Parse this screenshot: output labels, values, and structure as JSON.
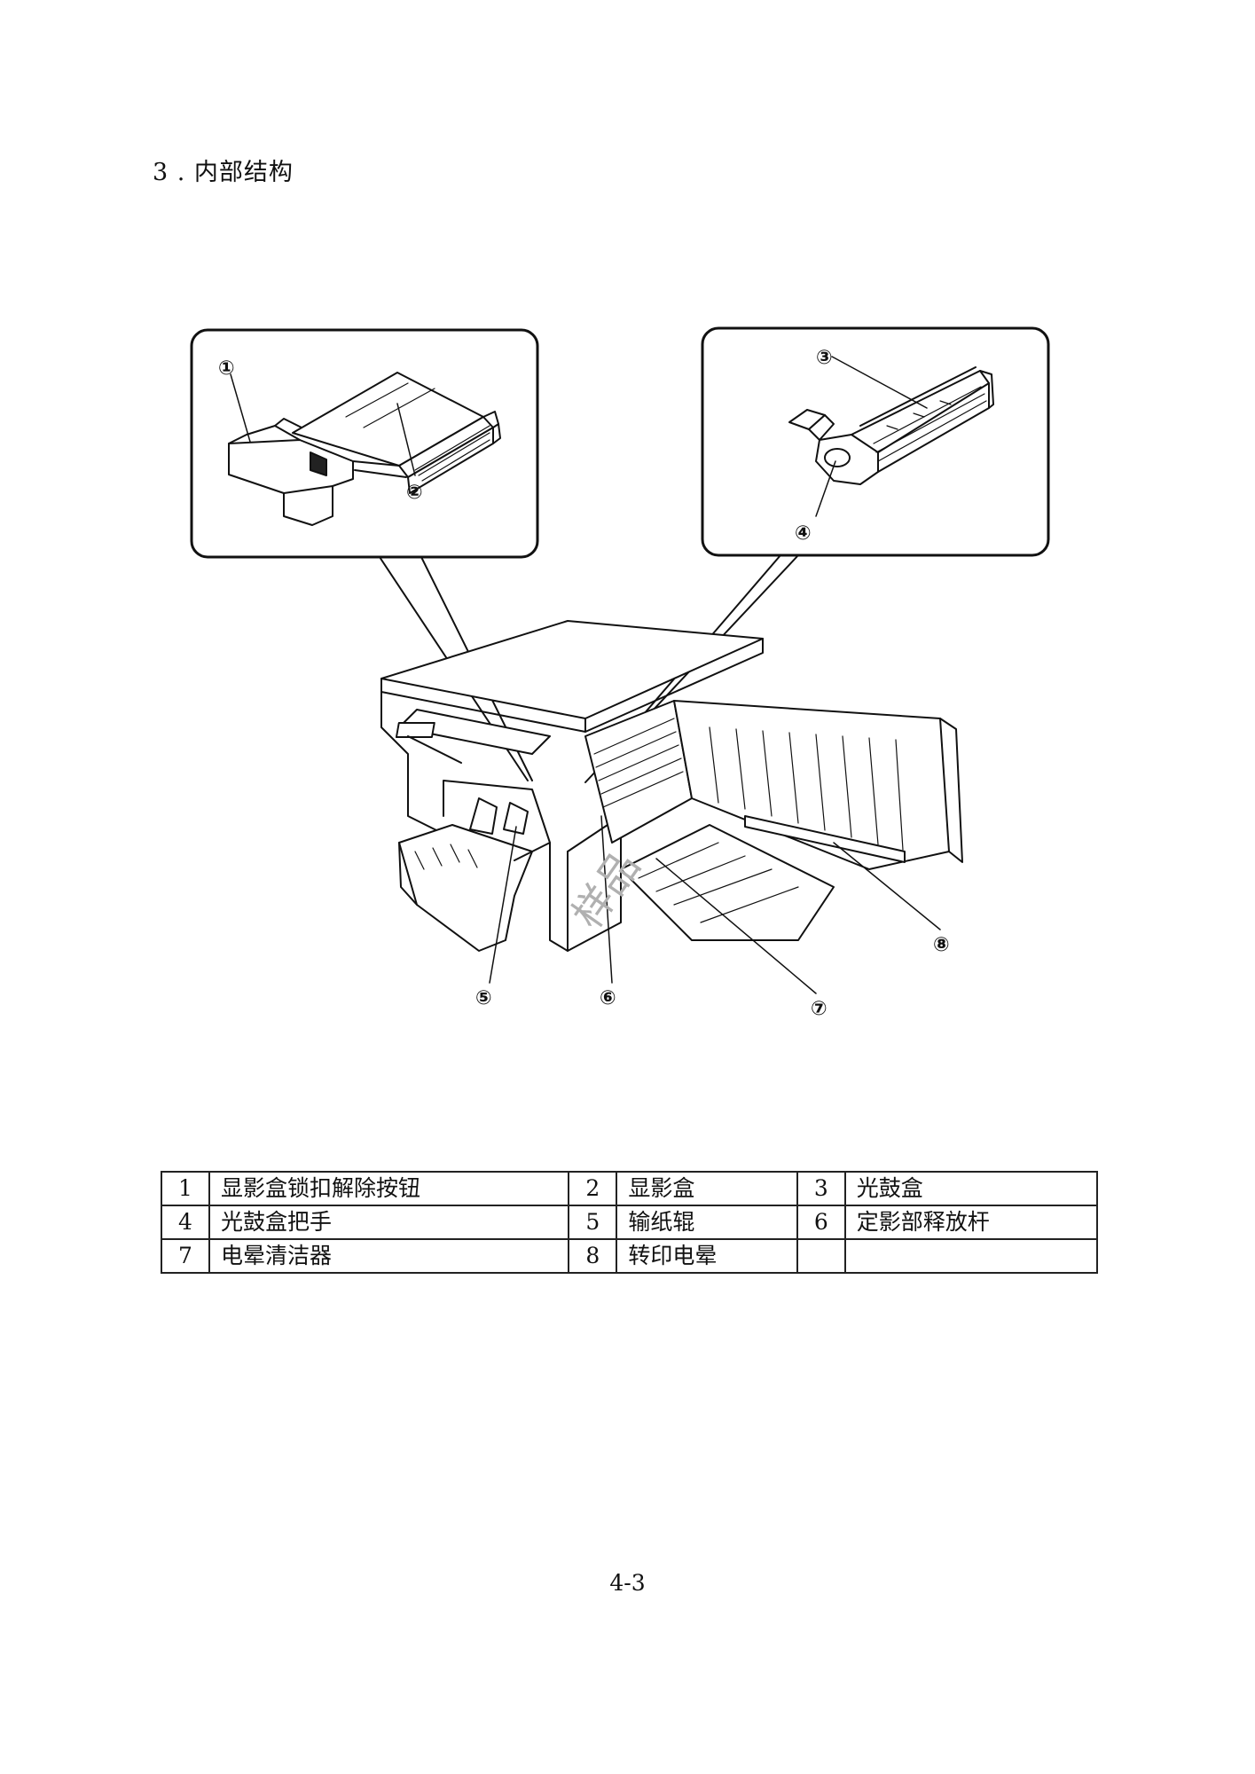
{
  "section_title": "3 . 内部结构",
  "callouts": [
    "①",
    "②",
    "③",
    "④",
    "⑤",
    "⑥",
    "⑦",
    "⑧"
  ],
  "watermark": "样品",
  "legend": [
    [
      {
        "num": "1",
        "label": "显影盒锁扣解除按钮"
      },
      {
        "num": "2",
        "label": "显影盒"
      },
      {
        "num": "3",
        "label": "光鼓盒"
      }
    ],
    [
      {
        "num": "4",
        "label": "光鼓盒把手"
      },
      {
        "num": "5",
        "label": "输纸辊"
      },
      {
        "num": "6",
        "label": "定影部释放杆"
      }
    ],
    [
      {
        "num": "7",
        "label": "电晕清洁器"
      },
      {
        "num": "8",
        "label": "转印电晕"
      },
      {
        "num": "",
        "label": ""
      }
    ]
  ],
  "page_number": "4-3"
}
